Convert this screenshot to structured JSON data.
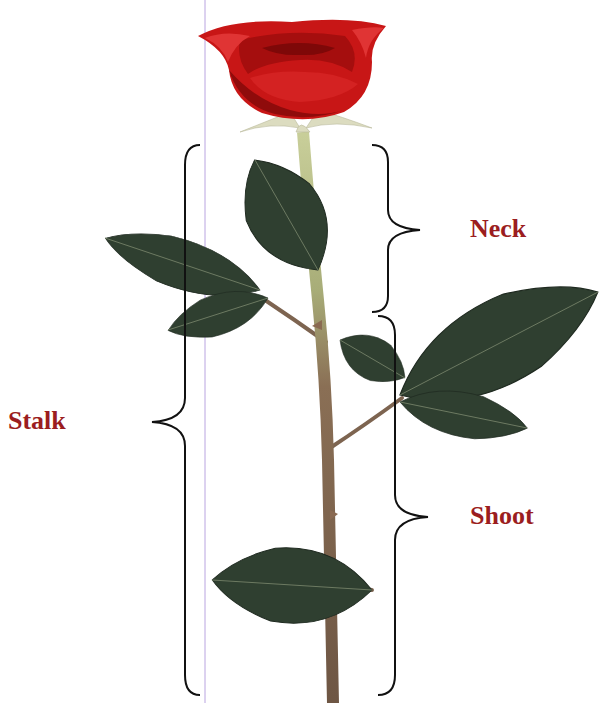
{
  "diagram": {
    "labels": [
      "Neck",
      "Stalk",
      "Shoot"
    ]
  }
}
